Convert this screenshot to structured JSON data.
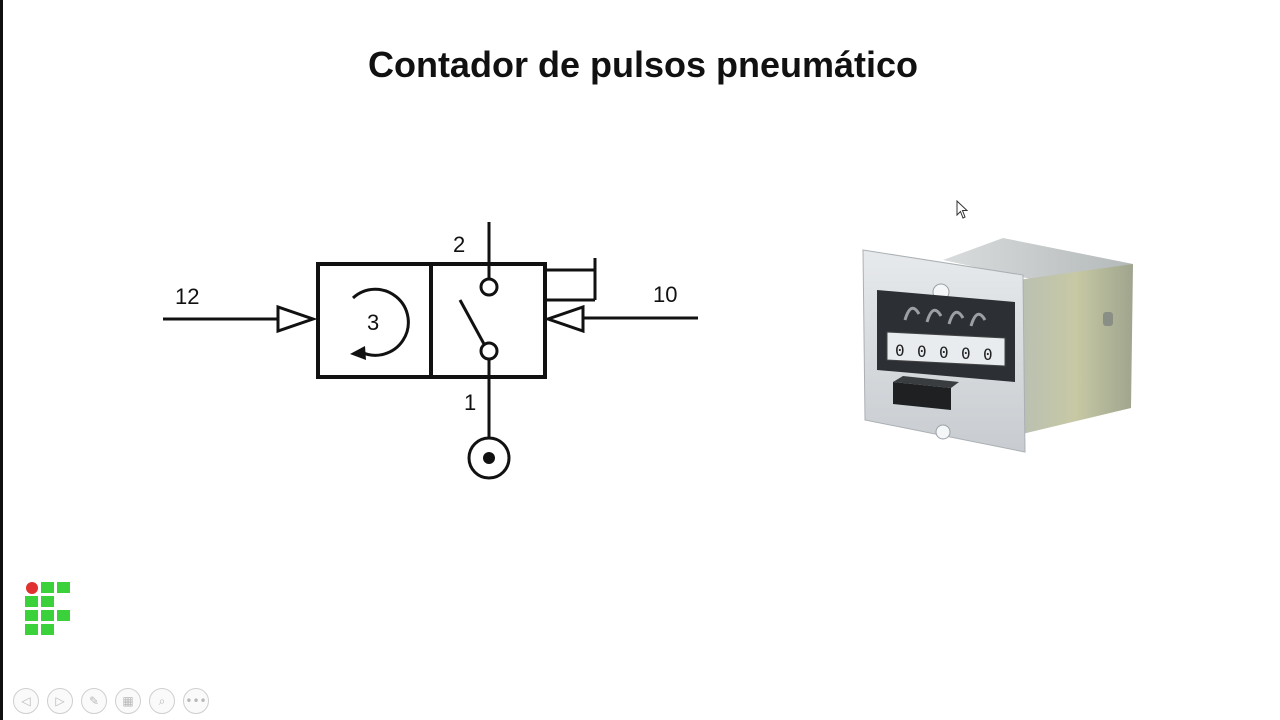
{
  "slide": {
    "title": "Contador de pulsos pneumático"
  },
  "diagram": {
    "port_12": "12",
    "port_10": "10",
    "port_2": "2",
    "port_1": "1",
    "counter_label": "3"
  },
  "photo": {
    "display_digits": [
      "0",
      "0",
      "0",
      "0",
      "0"
    ]
  },
  "navigation": {
    "buttons": [
      {
        "icon": "arrow-left-icon"
      },
      {
        "icon": "arrow-right-icon"
      },
      {
        "icon": "pen-icon"
      },
      {
        "icon": "slides-icon"
      },
      {
        "icon": "zoom-icon"
      },
      {
        "icon": "more-icon"
      }
    ]
  },
  "colors": {
    "logo_green": "#3ad13a",
    "logo_red": "#e03030",
    "ink": "#111111"
  }
}
